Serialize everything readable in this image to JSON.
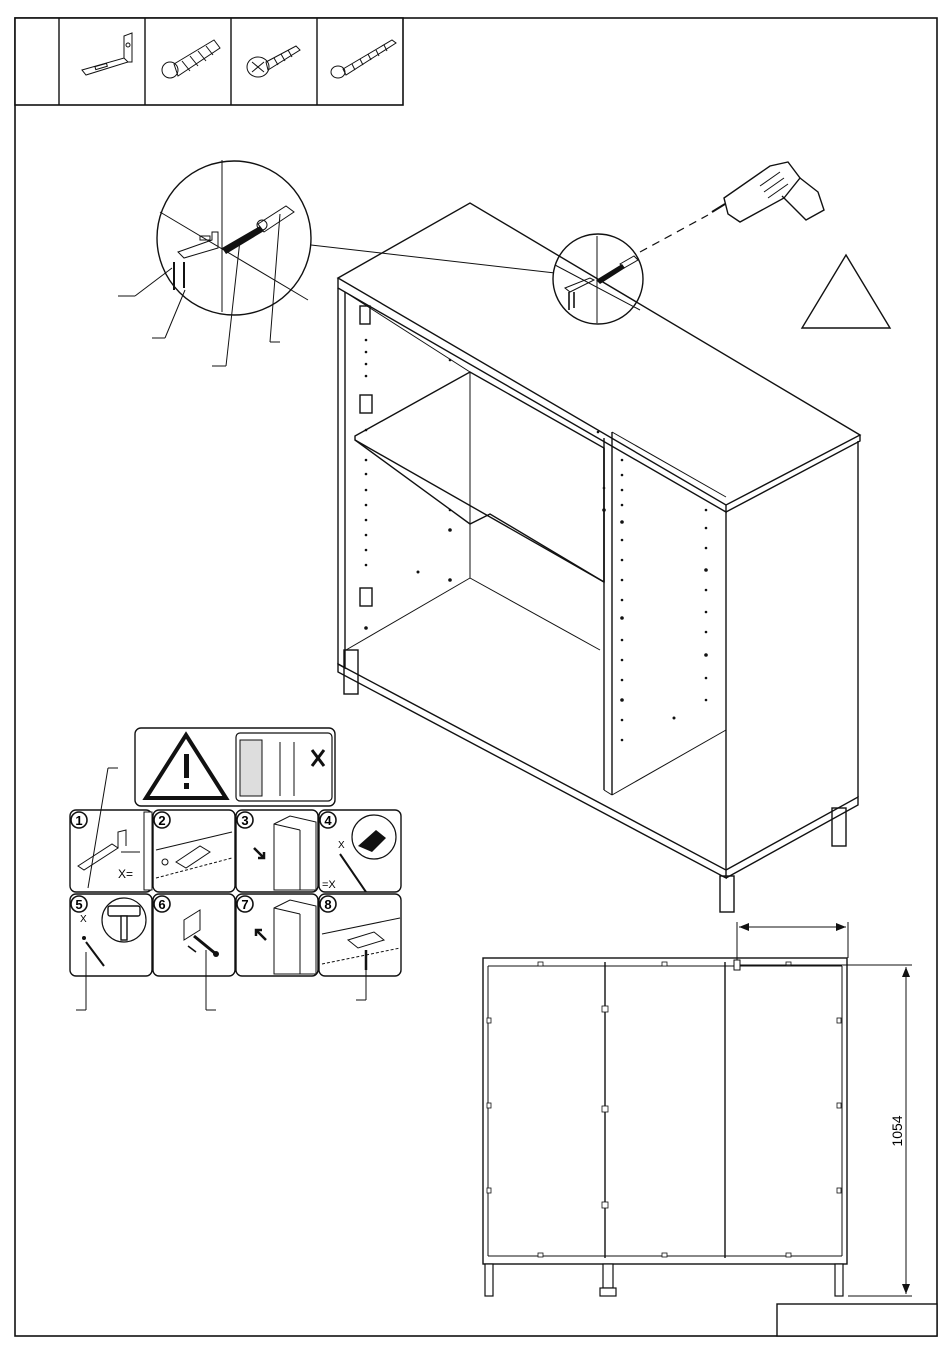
{
  "parts_header": {
    "items": [
      {
        "icon": "angle-bracket-icon"
      },
      {
        "icon": "wall-plug-icon"
      },
      {
        "icon": "short-screw-icon"
      },
      {
        "icon": "long-screw-icon"
      }
    ]
  },
  "wall_fixing_steps": {
    "labels": [
      "1",
      "2",
      "3",
      "4",
      "5",
      "6",
      "7",
      "8"
    ],
    "spacing_labels": [
      "X=",
      "X",
      "=X",
      "X"
    ]
  },
  "drawing": {
    "height_dimension": "1054"
  }
}
